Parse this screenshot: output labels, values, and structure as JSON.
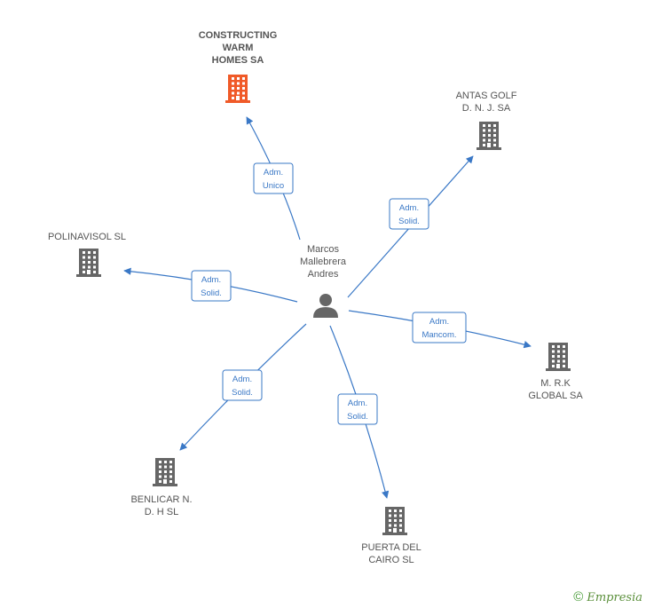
{
  "colors": {
    "edge": "#3a78c6",
    "building": "#666666",
    "building_highlight": "#f05a28",
    "person": "#666666"
  },
  "person": {
    "lines": [
      "Marcos",
      "Mallebrera",
      "Andres"
    ],
    "icon": "person-icon"
  },
  "companies": [
    {
      "id": "constructing",
      "lines": [
        "CONSTRUCTING",
        "WARM",
        "HOMES SA"
      ],
      "highlight": true,
      "role": [
        "Adm.",
        "Unico"
      ]
    },
    {
      "id": "antas",
      "lines": [
        "ANTAS GOLF",
        "D.  N. J. SA"
      ],
      "highlight": false,
      "role": [
        "Adm.",
        "Solid."
      ]
    },
    {
      "id": "polinavisol",
      "lines": [
        "POLINAVISOL SL"
      ],
      "highlight": false,
      "role": [
        "Adm.",
        "Solid."
      ]
    },
    {
      "id": "mrk",
      "lines": [
        "M. R.K",
        "GLOBAL SA"
      ],
      "highlight": false,
      "role": [
        "Adm.",
        "Mancom."
      ]
    },
    {
      "id": "benlicar",
      "lines": [
        "BENLICAR N.",
        "D. H SL"
      ],
      "highlight": false,
      "role": [
        "Adm.",
        "Solid."
      ]
    },
    {
      "id": "puerta",
      "lines": [
        "PUERTA DEL",
        "CAIRO SL"
      ],
      "highlight": false,
      "role": [
        "Adm.",
        "Solid."
      ]
    }
  ],
  "footer": {
    "copyright": "©",
    "brand": "Empresia"
  }
}
